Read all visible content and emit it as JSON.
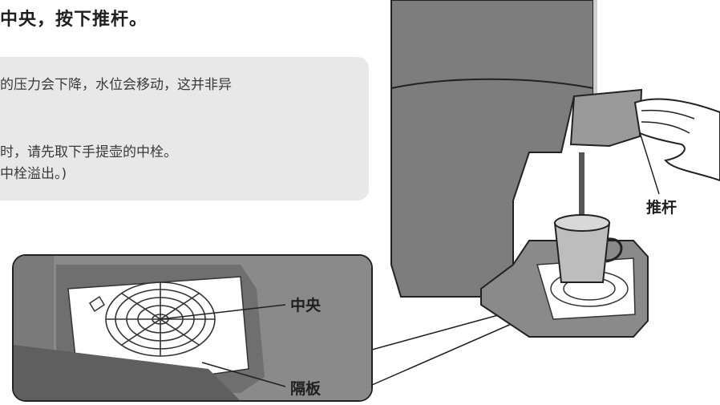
{
  "heading": "中央，按下推杆。",
  "note": {
    "line1": "的压力会下降，水位会移动，这并非异",
    "line2": "时，请先取下手提壶的中栓。",
    "line3": "中栓溢出。)"
  },
  "labels": {
    "lever": "推杆",
    "center": "中央",
    "plate": "隔板"
  }
}
